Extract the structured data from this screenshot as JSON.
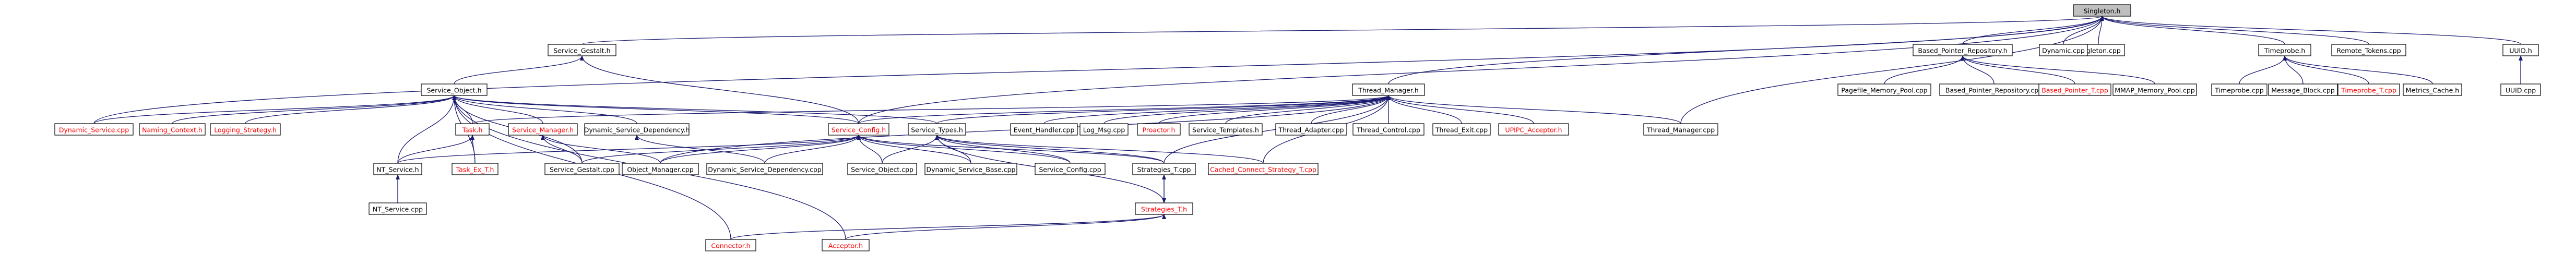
{
  "graph": {
    "root": "singleton_h",
    "edge_color": "#191970",
    "missing_color": "#ff0000",
    "nodes": [
      {
        "id": "singleton_h",
        "label": "Singleton.h",
        "missing": false,
        "root": true
      },
      {
        "id": "singleton_cpp",
        "label": "Singleton.cpp",
        "missing": false
      },
      {
        "id": "based_pointer_repository_h",
        "label": "Based_Pointer_Repository.h",
        "missing": false
      },
      {
        "id": "dynamic_cpp",
        "label": "Dynamic.cpp",
        "missing": false
      },
      {
        "id": "timeprobe_h",
        "label": "Timeprobe.h",
        "missing": false
      },
      {
        "id": "remote_tokens_cpp",
        "label": "Remote_Tokens.cpp",
        "missing": false
      },
      {
        "id": "uuid_h",
        "label": "UUID.h",
        "missing": false
      },
      {
        "id": "service_gestalt_h",
        "label": "Service_Gestalt.h",
        "missing": false
      },
      {
        "id": "thread_manager_h",
        "label": "Thread_Manager.h",
        "missing": false
      },
      {
        "id": "pagefile_memory_pool_cpp",
        "label": "Pagefile_Memory_Pool.cpp",
        "missing": false
      },
      {
        "id": "based_pointer_repository_cpp",
        "label": "Based_Pointer_Repository.cpp",
        "missing": false
      },
      {
        "id": "based_pointer_t_cpp",
        "label": "Based_Pointer_T.cpp",
        "missing": true
      },
      {
        "id": "mmap_memory_pool_cpp",
        "label": "MMAP_Memory_Pool.cpp",
        "missing": false
      },
      {
        "id": "timeprobe_cpp",
        "label": "Timeprobe.cpp",
        "missing": false
      },
      {
        "id": "message_block_cpp",
        "label": "Message_Block.cpp",
        "missing": false
      },
      {
        "id": "timeprobe_t_cpp",
        "label": "Timeprobe_T.cpp",
        "missing": true
      },
      {
        "id": "metrics_cache_h",
        "label": "Metrics_Cache.h",
        "missing": false
      },
      {
        "id": "uuid_cpp",
        "label": "UUID.cpp",
        "missing": false
      },
      {
        "id": "service_object_h",
        "label": "Service_Object.h",
        "missing": false
      },
      {
        "id": "event_handler_cpp",
        "label": "Event_Handler.cpp",
        "missing": false
      },
      {
        "id": "log_msg_cpp",
        "label": "Log_Msg.cpp",
        "missing": false
      },
      {
        "id": "proactor_h",
        "label": "Proactor.h",
        "missing": true
      },
      {
        "id": "service_templates_h",
        "label": "Service_Templates.h",
        "missing": false
      },
      {
        "id": "thread_adapter_cpp",
        "label": "Thread_Adapter.cpp",
        "missing": false
      },
      {
        "id": "thread_control_cpp",
        "label": "Thread_Control.cpp",
        "missing": false
      },
      {
        "id": "thread_exit_cpp",
        "label": "Thread_Exit.cpp",
        "missing": false
      },
      {
        "id": "uipipc_acceptor_h",
        "label": "UPIPC_Acceptor.h",
        "missing": true
      },
      {
        "id": "thread_manager_cpp",
        "label": "Thread_Manager.cpp",
        "missing": false
      },
      {
        "id": "dynamic_service_cpp",
        "label": "Dynamic_Service.cpp",
        "missing": true
      },
      {
        "id": "naming_context_h",
        "label": "Naming_Context.h",
        "missing": true
      },
      {
        "id": "logging_strategy_h",
        "label": "Logging_Strategy.h",
        "missing": true
      },
      {
        "id": "task_h",
        "label": "Task.h",
        "missing": true
      },
      {
        "id": "service_manager_h",
        "label": "Service_Manager.h",
        "missing": true
      },
      {
        "id": "dynamic_service_dependency_h",
        "label": "Dynamic_Service_Dependency.h",
        "missing": false
      },
      {
        "id": "service_config_h",
        "label": "Service_Config.h",
        "missing": true
      },
      {
        "id": "service_types_h",
        "label": "Service_Types.h",
        "missing": false
      },
      {
        "id": "nt_service_h",
        "label": "NT_Service.h",
        "missing": false
      },
      {
        "id": "task_ex_t_h",
        "label": "Task_Ex_T.h",
        "missing": true
      },
      {
        "id": "service_gestalt_cpp",
        "label": "Service_Gestalt.cpp",
        "missing": false
      },
      {
        "id": "object_manager_cpp",
        "label": "Object_Manager.cpp",
        "missing": false
      },
      {
        "id": "dynamic_service_dependency_cpp",
        "label": "Dynamic_Service_Dependency.cpp",
        "missing": false
      },
      {
        "id": "service_object_cpp",
        "label": "Service_Object.cpp",
        "missing": false
      },
      {
        "id": "dynamic_service_base_cpp",
        "label": "Dynamic_Service_Base.cpp",
        "missing": false
      },
      {
        "id": "service_config_cpp",
        "label": "Service_Config.cpp",
        "missing": false
      },
      {
        "id": "strategies_t_cpp",
        "label": "Strategies_T.cpp",
        "missing": false
      },
      {
        "id": "cached_connect_strategy_t_cpp",
        "label": "Cached_Connect_Strategy_T.cpp",
        "missing": true
      },
      {
        "id": "nt_service_cpp",
        "label": "NT_Service.cpp",
        "missing": false
      },
      {
        "id": "strategies_t_h",
        "label": "Strategies_T.h",
        "missing": true
      },
      {
        "id": "connector_h",
        "label": "Connector.h",
        "missing": true
      },
      {
        "id": "acceptor_h",
        "label": "Acceptor.h",
        "missing": true
      }
    ],
    "edges": [
      [
        "singleton_h",
        "singleton_cpp"
      ],
      [
        "singleton_h",
        "based_pointer_repository_h"
      ],
      [
        "singleton_h",
        "dynamic_cpp"
      ],
      [
        "singleton_h",
        "timeprobe_h"
      ],
      [
        "singleton_h",
        "remote_tokens_cpp"
      ],
      [
        "singleton_h",
        "uuid_h"
      ],
      [
        "singleton_h",
        "service_gestalt_h"
      ],
      [
        "singleton_h",
        "thread_manager_h"
      ],
      [
        "singleton_h",
        "service_config_h"
      ],
      [
        "singleton_h",
        "thread_manager_cpp"
      ],
      [
        "singleton_h",
        "dynamic_service_cpp"
      ],
      [
        "based_pointer_repository_h",
        "pagefile_memory_pool_cpp"
      ],
      [
        "based_pointer_repository_h",
        "based_pointer_repository_cpp"
      ],
      [
        "based_pointer_repository_h",
        "based_pointer_t_cpp"
      ],
      [
        "based_pointer_repository_h",
        "mmap_memory_pool_cpp"
      ],
      [
        "timeprobe_h",
        "timeprobe_cpp"
      ],
      [
        "timeprobe_h",
        "message_block_cpp"
      ],
      [
        "timeprobe_h",
        "timeprobe_t_cpp"
      ],
      [
        "timeprobe_h",
        "metrics_cache_h"
      ],
      [
        "uuid_h",
        "uuid_cpp"
      ],
      [
        "service_gestalt_h",
        "service_object_h"
      ],
      [
        "service_gestalt_h",
        "service_config_h"
      ],
      [
        "thread_manager_h",
        "event_handler_cpp"
      ],
      [
        "thread_manager_h",
        "log_msg_cpp"
      ],
      [
        "thread_manager_h",
        "proactor_h"
      ],
      [
        "thread_manager_h",
        "service_templates_h"
      ],
      [
        "thread_manager_h",
        "thread_adapter_cpp"
      ],
      [
        "thread_manager_h",
        "thread_control_cpp"
      ],
      [
        "thread_manager_h",
        "thread_exit_cpp"
      ],
      [
        "thread_manager_h",
        "uipipc_acceptor_h"
      ],
      [
        "thread_manager_h",
        "thread_manager_cpp"
      ],
      [
        "thread_manager_h",
        "service_config_h"
      ],
      [
        "thread_manager_h",
        "service_types_h"
      ],
      [
        "thread_manager_h",
        "task_h"
      ],
      [
        "thread_manager_h",
        "strategies_t_cpp"
      ],
      [
        "thread_manager_h",
        "cached_connect_strategy_t_cpp"
      ],
      [
        "thread_manager_h",
        "object_manager_cpp"
      ],
      [
        "service_object_h",
        "dynamic_service_cpp"
      ],
      [
        "service_object_h",
        "naming_context_h"
      ],
      [
        "service_object_h",
        "logging_strategy_h"
      ],
      [
        "service_object_h",
        "task_h"
      ],
      [
        "service_object_h",
        "service_manager_h"
      ],
      [
        "service_object_h",
        "dynamic_service_dependency_h"
      ],
      [
        "service_object_h",
        "service_config_h"
      ],
      [
        "service_object_h",
        "service_types_h"
      ],
      [
        "service_object_h",
        "nt_service_h"
      ],
      [
        "service_object_h",
        "task_ex_t_h"
      ],
      [
        "service_object_h",
        "service_gestalt_cpp"
      ],
      [
        "service_object_h",
        "connector_h"
      ],
      [
        "service_object_h",
        "acceptor_h"
      ],
      [
        "task_h",
        "nt_service_h"
      ],
      [
        "task_h",
        "task_ex_t_h"
      ],
      [
        "service_manager_h",
        "service_gestalt_cpp"
      ],
      [
        "service_manager_h",
        "object_manager_cpp"
      ],
      [
        "dynamic_service_dependency_h",
        "dynamic_service_dependency_cpp"
      ],
      [
        "service_config_h",
        "service_gestalt_cpp"
      ],
      [
        "service_config_h",
        "object_manager_cpp"
      ],
      [
        "service_config_h",
        "dynamic_service_dependency_cpp"
      ],
      [
        "service_config_h",
        "service_object_cpp"
      ],
      [
        "service_config_h",
        "dynamic_service_base_cpp"
      ],
      [
        "service_config_h",
        "service_config_cpp"
      ],
      [
        "service_config_h",
        "strategies_t_cpp"
      ],
      [
        "service_config_h",
        "nt_service_h"
      ],
      [
        "service_types_h",
        "service_object_cpp"
      ],
      [
        "service_types_h",
        "dynamic_service_base_cpp"
      ],
      [
        "service_types_h",
        "service_config_cpp"
      ],
      [
        "service_types_h",
        "strategies_t_cpp"
      ],
      [
        "service_types_h",
        "cached_connect_strategy_t_cpp"
      ],
      [
        "service_types_h",
        "strategies_t_h"
      ],
      [
        "nt_service_h",
        "nt_service_cpp"
      ],
      [
        "strategies_t_cpp",
        "strategies_t_h"
      ],
      [
        "strategies_t_h",
        "strategies_t_cpp"
      ],
      [
        "strategies_t_h",
        "connector_h"
      ],
      [
        "strategies_t_h",
        "acceptor_h"
      ]
    ]
  }
}
